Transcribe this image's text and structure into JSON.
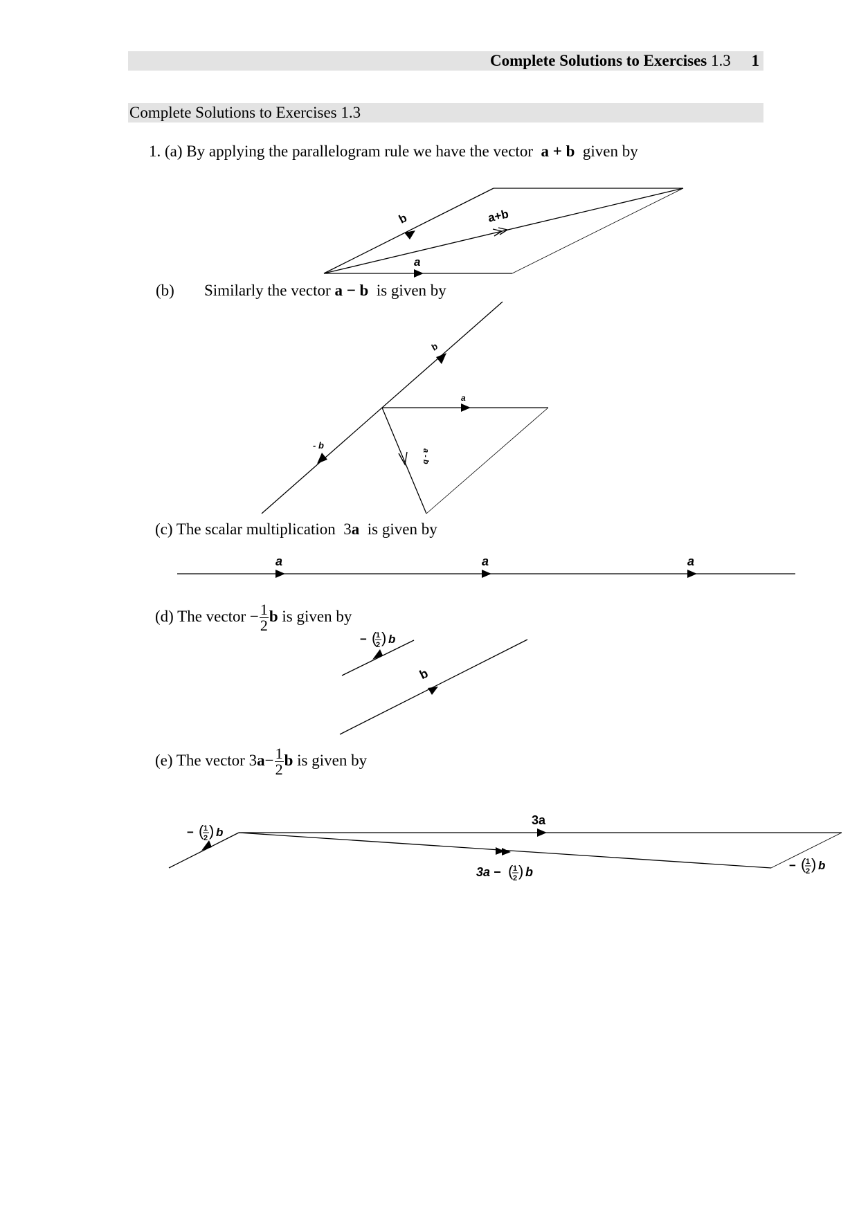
{
  "header": {
    "title_bold": "Complete Solutions to Exercises",
    "title_num": "1.3",
    "page": "1"
  },
  "section": {
    "title": "Complete Solutions to Exercises 1.3"
  },
  "p1": {
    "number": "1.",
    "text_a": "(a) By applying the parallelogram rule we have the vector",
    "vec": "a + b",
    "after": "given by"
  },
  "p_b": {
    "label": "(b)",
    "text": "Similarly the vector",
    "vec": "a − b",
    "after": "is given by"
  },
  "p_c": {
    "text": "(c) The scalar multiplication",
    "num": "3",
    "vec": "a",
    "after": "is given by"
  },
  "p_d": {
    "text": "(d)  The vector",
    "minus": "−",
    "frac_num": "1",
    "frac_den": "2",
    "vec": "b",
    "after": "is given by"
  },
  "p_e": {
    "text": "(e)  The vector",
    "pre": "3",
    "vec_a": "a",
    "minus": "−",
    "frac_num": "1",
    "frac_den": "2",
    "vec_b": "b",
    "after": "is given by"
  },
  "fig_a": {
    "label_b": "b",
    "label_sum": "a+b",
    "label_a": "a"
  },
  "fig_b": {
    "label_b": "b",
    "label_a": "a",
    "label_negb": "- b",
    "label_diff": "a - b"
  },
  "fig_c": {
    "labels": [
      "a",
      "a",
      "a"
    ]
  },
  "fig_d": {
    "label_half_pre": "−",
    "label_num": "1",
    "label_den": "2",
    "label_half_vec": "b",
    "label_b": "b"
  },
  "fig_e": {
    "label_3a": "3a",
    "diff_pre": "3a −",
    "minus": "−",
    "num": "1",
    "den": "2",
    "vec": "b"
  }
}
